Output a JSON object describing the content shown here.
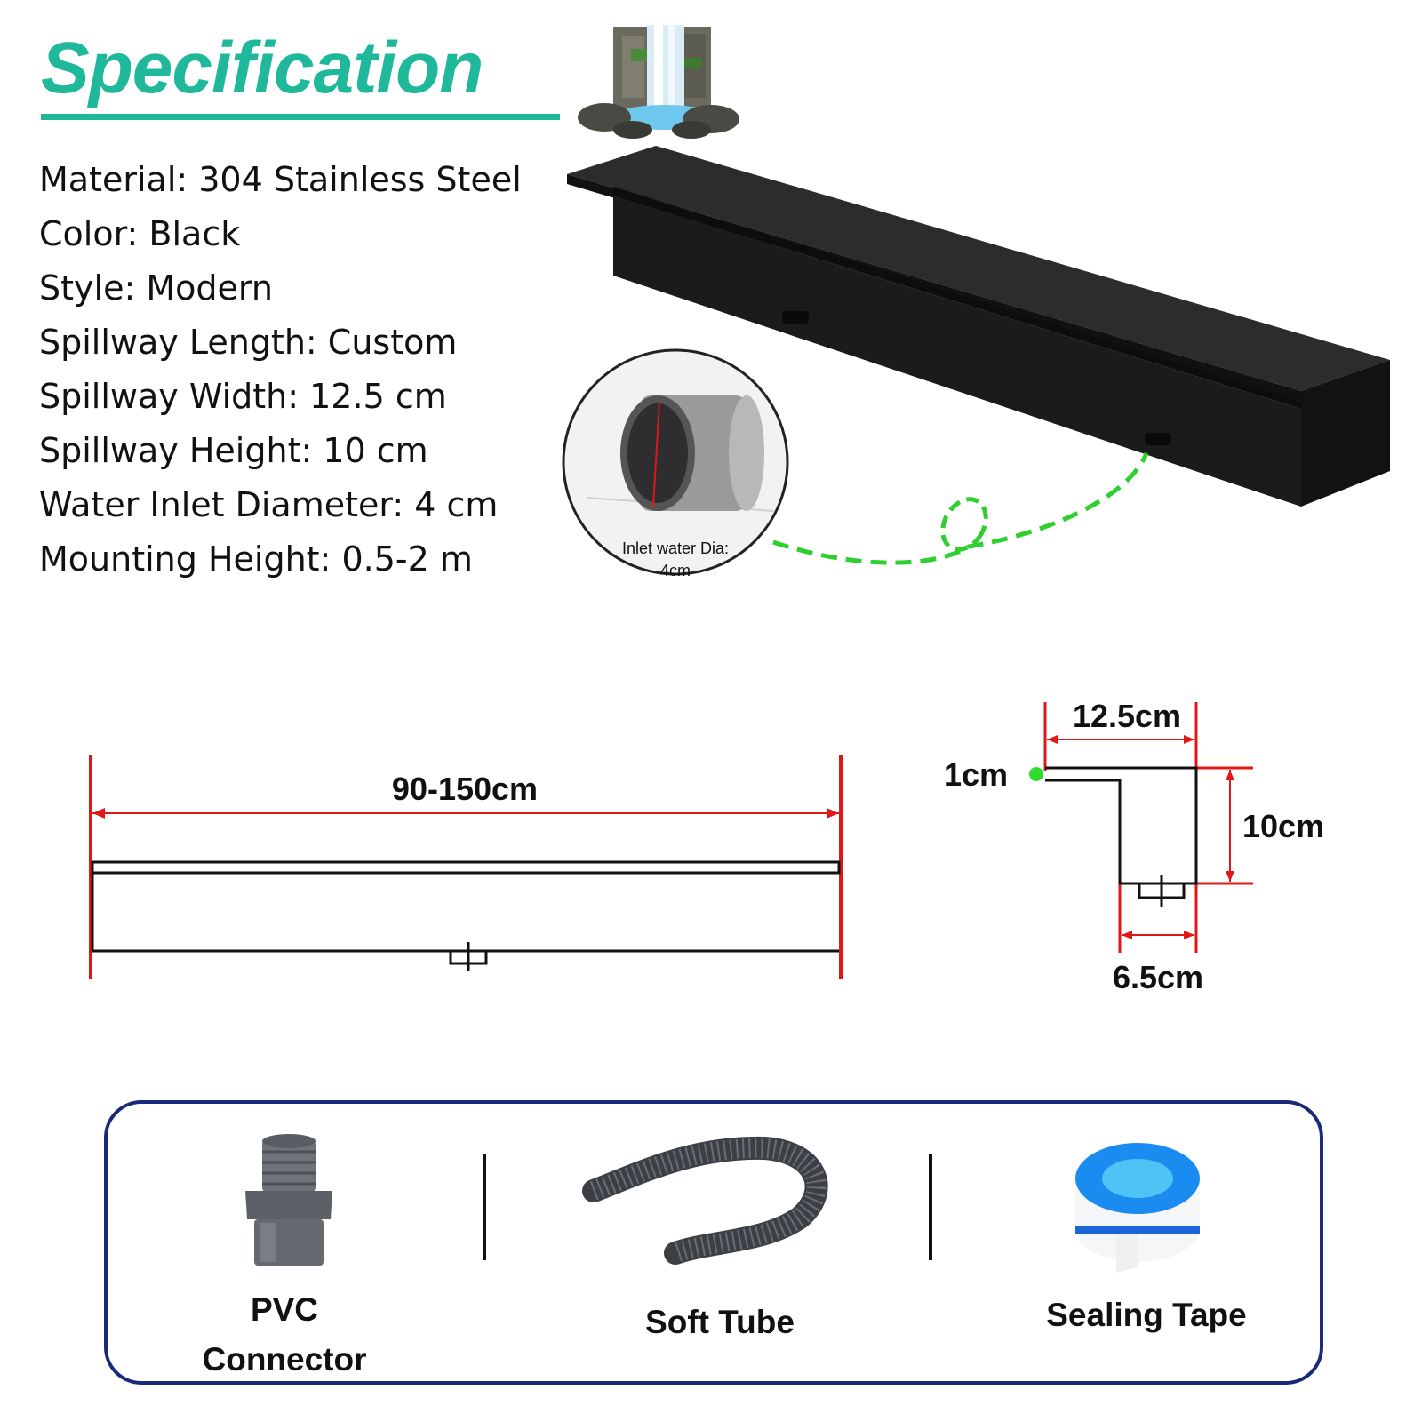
{
  "header": {
    "title": "Specification"
  },
  "specs": [
    "Material: 304 Stainless Steel",
    "Color: Black",
    "Style: Modern",
    "Spillway Length: Custom",
    "Spillway Width: 12.5 cm",
    "Spillway Height: 10 cm",
    "Water Inlet Diameter: 4 cm",
    "Mounting Height: 0.5-2 m"
  ],
  "inlet_callout": {
    "line1": "Inlet water Dia:",
    "line2": "4cm"
  },
  "side_view": {
    "length_label": "90-150cm"
  },
  "profile_view": {
    "width_label": "12.5cm",
    "lip_label": "1cm",
    "height_label": "10cm",
    "base_label": "6.5cm"
  },
  "accessories": [
    {
      "line1": "PVC",
      "line2": "Connector"
    },
    {
      "line1": "Soft Tube"
    },
    {
      "line1": "Sealing Tape"
    }
  ],
  "colors": {
    "accent": "#1fb89a",
    "dimension_red": "#e01818",
    "callout_green": "#2fcf2f",
    "frame_navy": "#1a2a7a",
    "product_black": "#1b1b1d"
  }
}
